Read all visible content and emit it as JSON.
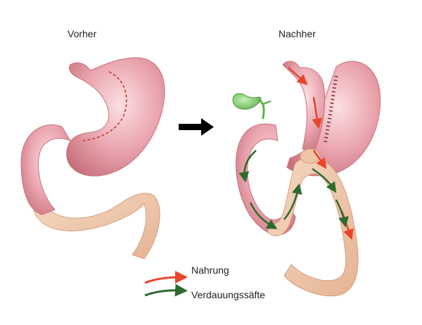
{
  "labels": {
    "before": "Vorher",
    "after": "Nachher"
  },
  "legend": [
    {
      "label": "Nahrung",
      "color": "#e8452a"
    },
    {
      "label": "Verdauungssäfte",
      "color": "#2e6b2e"
    }
  ],
  "colors": {
    "stomach": "#e9a2ab",
    "stomach_dark": "#c8727e",
    "intestine": "#eec4a6",
    "intestine_edge": "#d49f7d",
    "staple_line": "#d0342c",
    "gallbladder": "#8fd67a",
    "transition_arrow": "#000000"
  }
}
